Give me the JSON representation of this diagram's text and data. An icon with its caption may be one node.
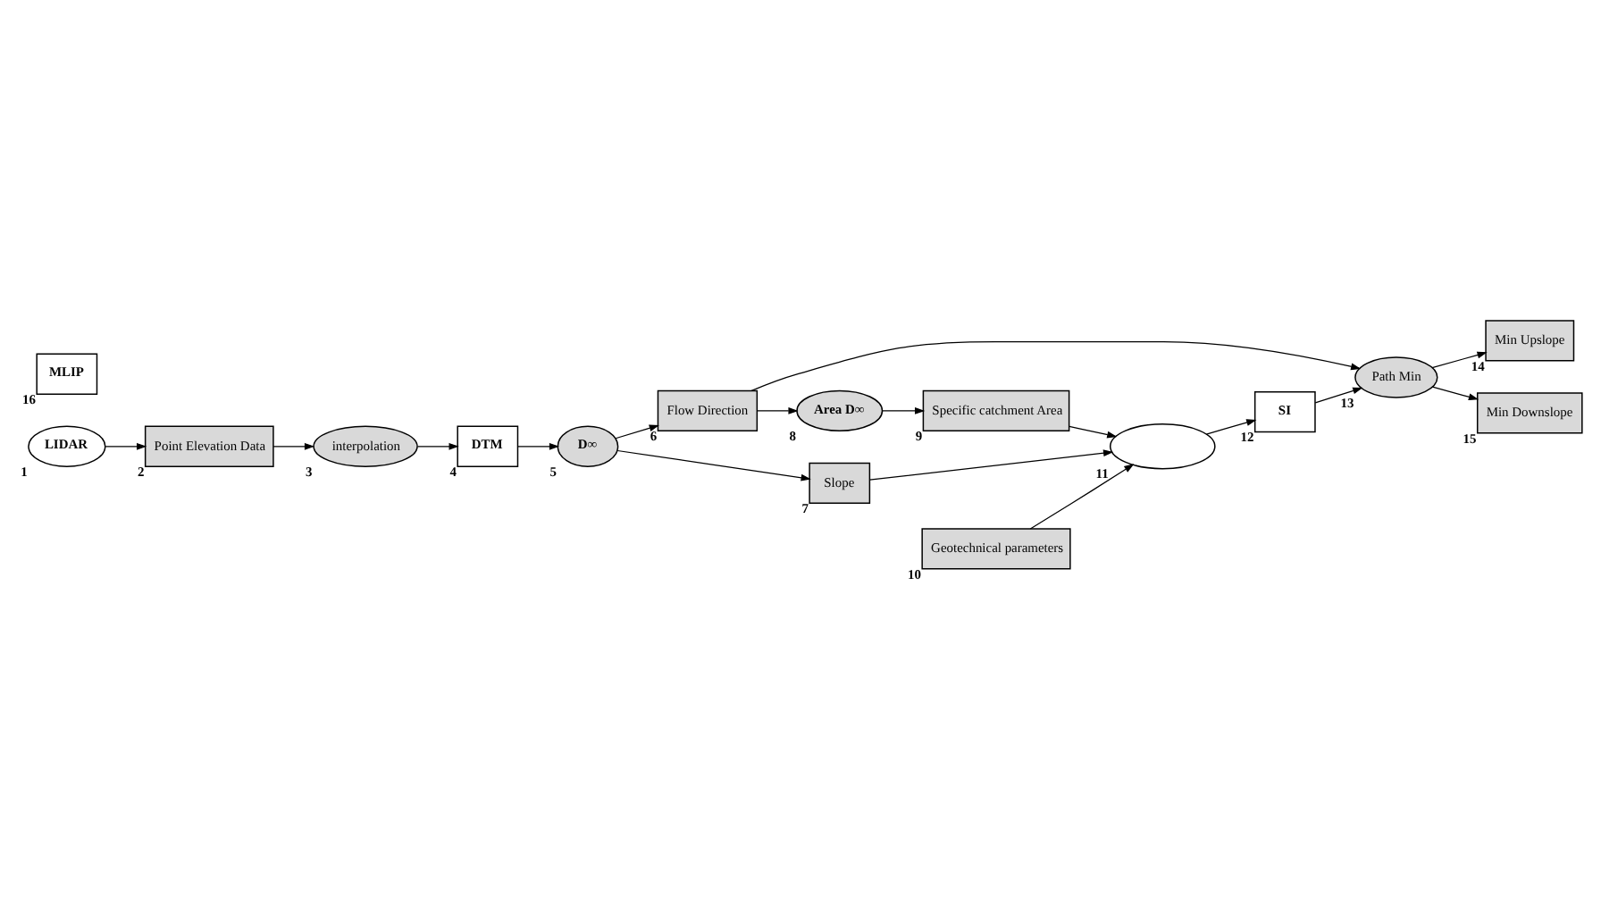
{
  "diagram": {
    "nodes": [
      {
        "text": [
          "LIDAR"
        ],
        "beside": [
          "1"
        ]
      },
      {
        "text": [
          "Point Elevation Data"
        ],
        "beside": [
          "2"
        ]
      },
      {
        "text": [
          "interpolation"
        ],
        "beside": [
          "3"
        ]
      },
      {
        "text": [
          "DTM"
        ],
        "beside": [
          "4"
        ]
      },
      {
        "text": [
          "D∞"
        ],
        "beside": [
          "5"
        ]
      },
      {
        "text": [
          "Flow Direction"
        ],
        "beside": [
          "6"
        ]
      },
      {
        "text": [
          "Slope"
        ],
        "beside": [
          "7"
        ]
      },
      {
        "text": [
          "Area D∞"
        ],
        "beside": [
          "8"
        ]
      },
      {
        "text": [
          "Specific catchment Area"
        ],
        "beside": [
          "9"
        ]
      },
      {
        "text": [
          "Geotechnical parameters"
        ],
        "beside": [
          "10"
        ]
      },
      {
        "text": [],
        "shape": "ellipse",
        "beside": [
          "11"
        ]
      },
      {
        "text": [
          "SI"
        ],
        "beside": [
          "12"
        ]
      },
      {
        "text": [
          "Path Min"
        ],
        "beside": [
          "13"
        ]
      },
      {
        "text": [
          "Min Upslope"
        ],
        "beside": [
          "14"
        ]
      },
      {
        "text": [
          "Min Downslope"
        ],
        "beside": [
          "15"
        ]
      },
      {
        "text": [
          "MLIP"
        ],
        "beside": [
          "16"
        ]
      }
    ],
    "edges": [
      {
        "from": 0,
        "to": 1,
        "arrow": "to"
      },
      {
        "from": 1,
        "to": 2,
        "arrow": "to"
      },
      {
        "from": 2,
        "to": 3,
        "arrow": "to"
      },
      {
        "from": 3,
        "to": 4,
        "arrow": "to"
      },
      {
        "from": 4,
        "to": 6,
        "arrow": "to"
      },
      {
        "from": 4,
        "to": 5,
        "arrow": "to"
      },
      {
        "from": 5,
        "to": 7,
        "arrow": "to"
      },
      {
        "from": 7,
        "to": 8,
        "arrow": "to"
      },
      {
        "from": 8,
        "to": 10,
        "arrow": "to"
      },
      {
        "from": 6,
        "to": 10,
        "arrow": "to"
      },
      {
        "from": 9,
        "to": 10,
        "arrow": "to"
      },
      {
        "from": 10,
        "to": 11,
        "arrow": "to"
      },
      {
        "from": 11,
        "to": 12,
        "arrow": "to"
      },
      {
        "from": 5,
        "to": 12,
        "arrow": "to"
      },
      {
        "from": 12,
        "to": 13,
        "arrow": "to"
      },
      {
        "from": 12,
        "to": 14,
        "arrow": "to"
      }
    ]
  }
}
